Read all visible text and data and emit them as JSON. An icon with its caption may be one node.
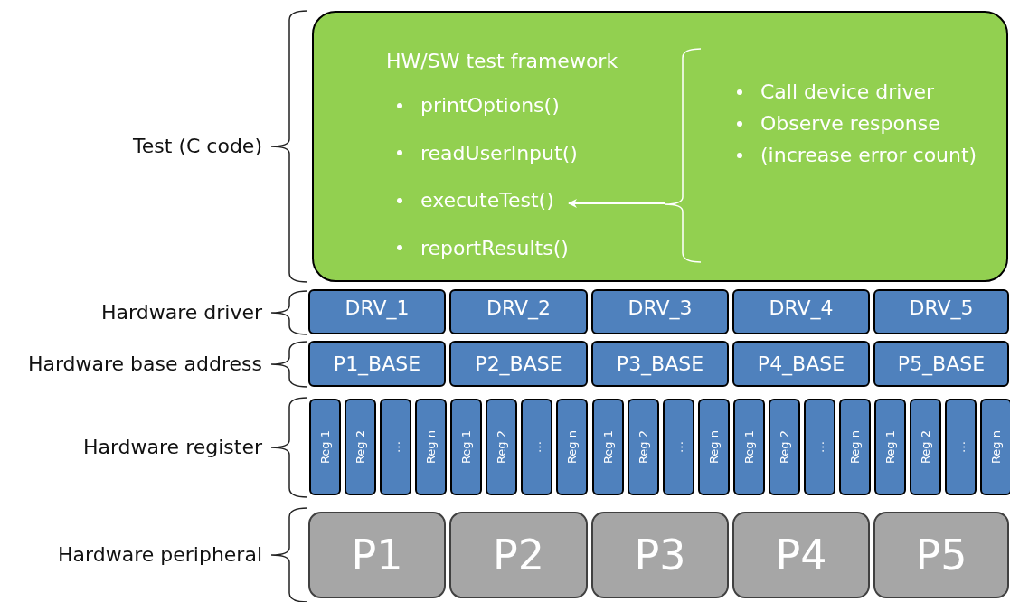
{
  "diagram": {
    "nodes": [
      {
        "text": [
          "HW/SW test framework"
        ]
      },
      {
        "text": [
          "printOptions()"
        ],
        "in": 0
      },
      {
        "text": [
          "readUserInput()"
        ],
        "in": 0
      },
      {
        "text": [
          "executeTest()"
        ],
        "in": 0
      },
      {
        "text": [
          "reportResults()"
        ],
        "in": 0
      },
      {
        "text": [
          "Call device driver",
          "Observe response",
          "(increase error count)"
        ],
        "in": 0
      },
      {
        "text": [
          "DRV_1"
        ]
      },
      {
        "text": [
          "DRV_2"
        ]
      },
      {
        "text": [
          "DRV_3"
        ]
      },
      {
        "text": [
          "DRV_4"
        ]
      },
      {
        "text": [
          "DRV_5"
        ]
      },
      {
        "text": [
          "P1_BASE"
        ]
      },
      {
        "text": [
          "P2_BASE"
        ]
      },
      {
        "text": [
          "P3_BASE"
        ]
      },
      {
        "text": [
          "P4_BASE"
        ]
      },
      {
        "text": [
          "P5_BASE"
        ]
      },
      {
        "text": [
          "Reg 1"
        ]
      },
      {
        "text": [
          "Reg 2"
        ]
      },
      {
        "text": [
          "…"
        ]
      },
      {
        "text": [
          "Reg n"
        ]
      },
      {
        "text": [
          "Reg 1"
        ]
      },
      {
        "text": [
          "Reg 2"
        ]
      },
      {
        "text": [
          "…"
        ]
      },
      {
        "text": [
          "Reg n"
        ]
      },
      {
        "text": [
          "Reg 1"
        ]
      },
      {
        "text": [
          "Reg 2"
        ]
      },
      {
        "text": [
          "…"
        ]
      },
      {
        "text": [
          "Reg n"
        ]
      },
      {
        "text": [
          "Reg 1"
        ]
      },
      {
        "text": [
          "Reg 2"
        ]
      },
      {
        "text": [
          "…"
        ]
      },
      {
        "text": [
          "Reg n"
        ]
      },
      {
        "text": [
          "Reg 1"
        ]
      },
      {
        "text": [
          "Reg 2"
        ]
      },
      {
        "text": [
          "…"
        ]
      },
      {
        "text": [
          "Reg n"
        ]
      },
      {
        "text": [
          "P1"
        ]
      },
      {
        "text": [
          "P2"
        ]
      },
      {
        "text": [
          "P3"
        ]
      },
      {
        "text": [
          "P4"
        ]
      },
      {
        "text": [
          "P5"
        ]
      }
    ],
    "edges": [
      {
        "from": 5,
        "to": 3,
        "arrow": "to"
      }
    ],
    "labels": [
      "Test (C code)",
      "Hardware driver",
      "Hardware base address",
      "Hardware register",
      "Hardware peripheral"
    ]
  }
}
